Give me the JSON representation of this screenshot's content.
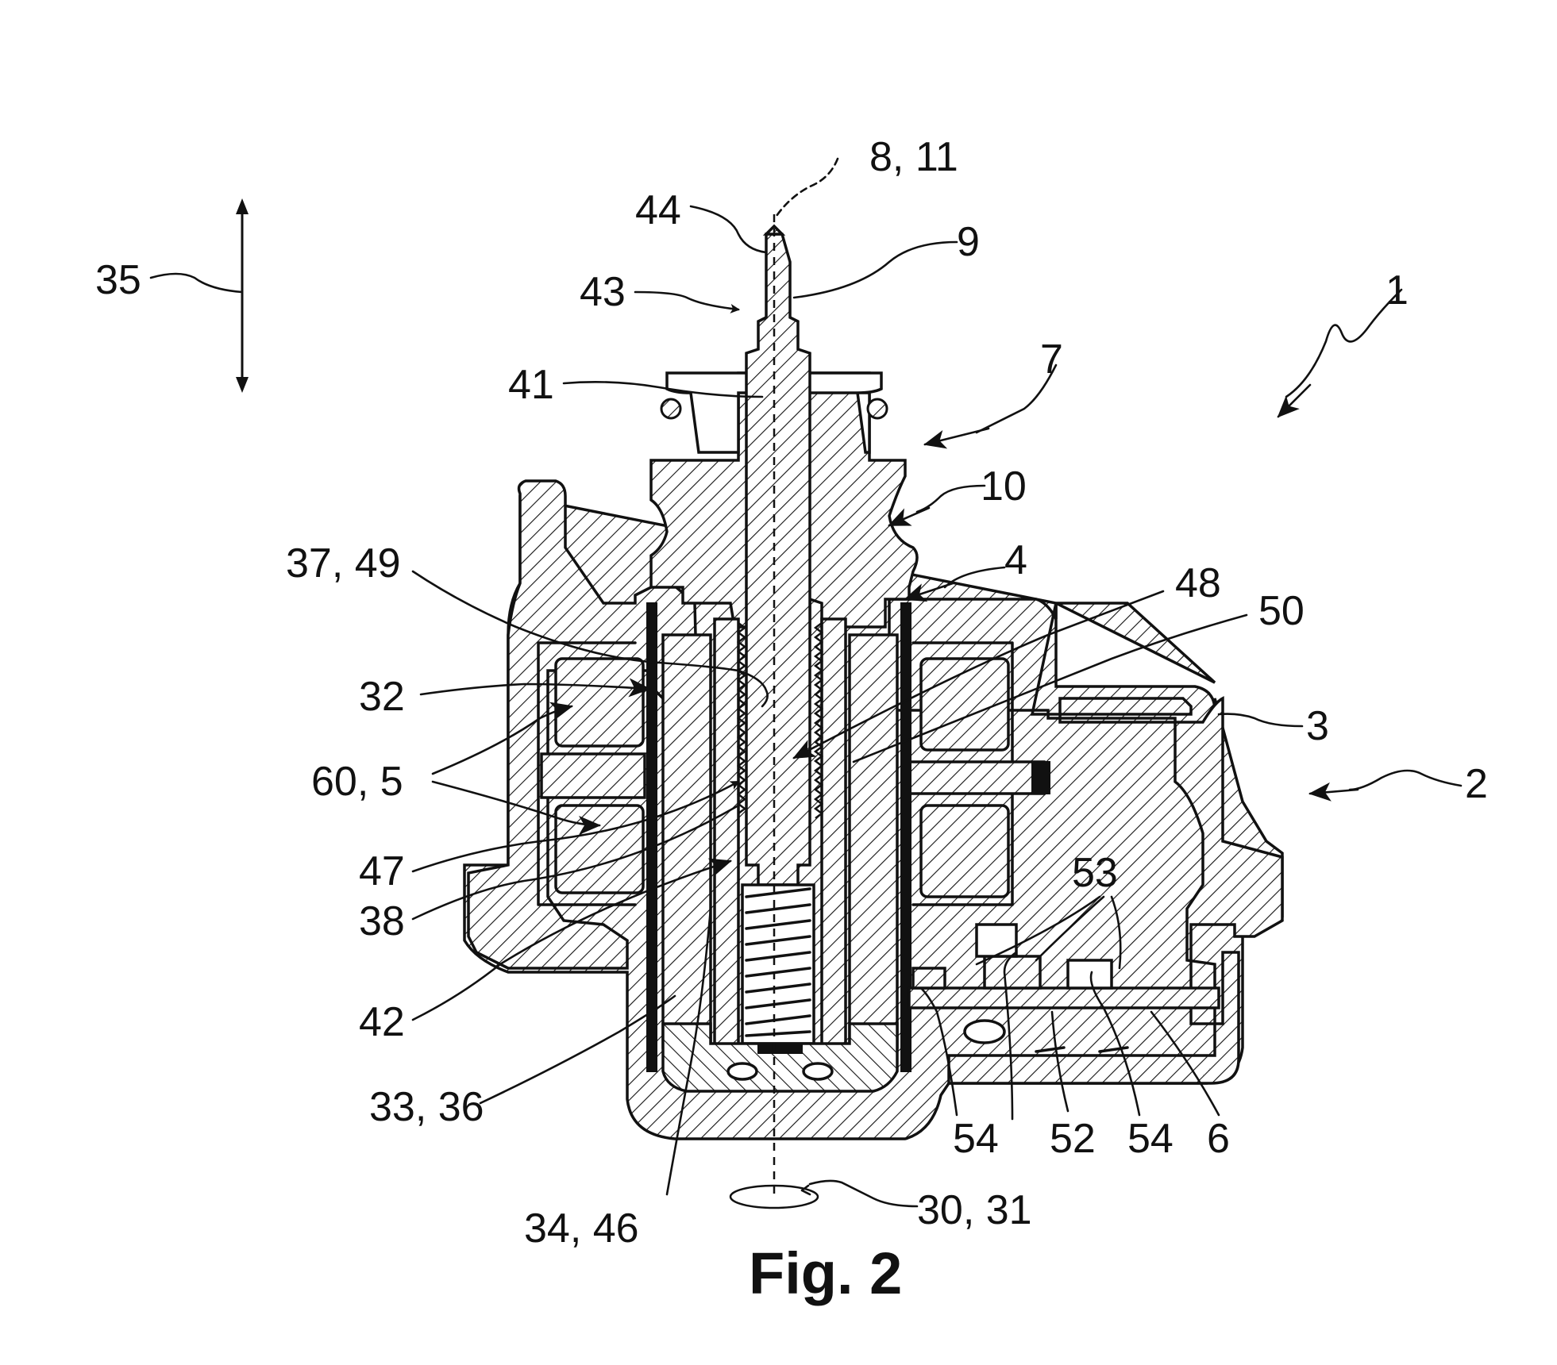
{
  "figure": {
    "caption": "Fig. 2"
  },
  "labels": {
    "l_8_11": "8, 11",
    "l_44": "44",
    "l_9": "9",
    "l_43": "43",
    "l_1": "1",
    "l_35": "35",
    "l_41": "41",
    "l_7": "7",
    "l_10": "10",
    "l_37_49": "37, 49",
    "l_4": "4",
    "l_48": "48",
    "l_50": "50",
    "l_32": "32",
    "l_3": "3",
    "l_60_5": "60, 5",
    "l_2": "2",
    "l_47": "47",
    "l_53": "53",
    "l_38": "38",
    "l_42": "42",
    "l_33_36": "33, 36",
    "l_54a": "54",
    "l_52": "52",
    "l_54b": "54",
    "l_6": "6",
    "l_34_46": "34, 46",
    "l_30_31": "30, 31"
  }
}
